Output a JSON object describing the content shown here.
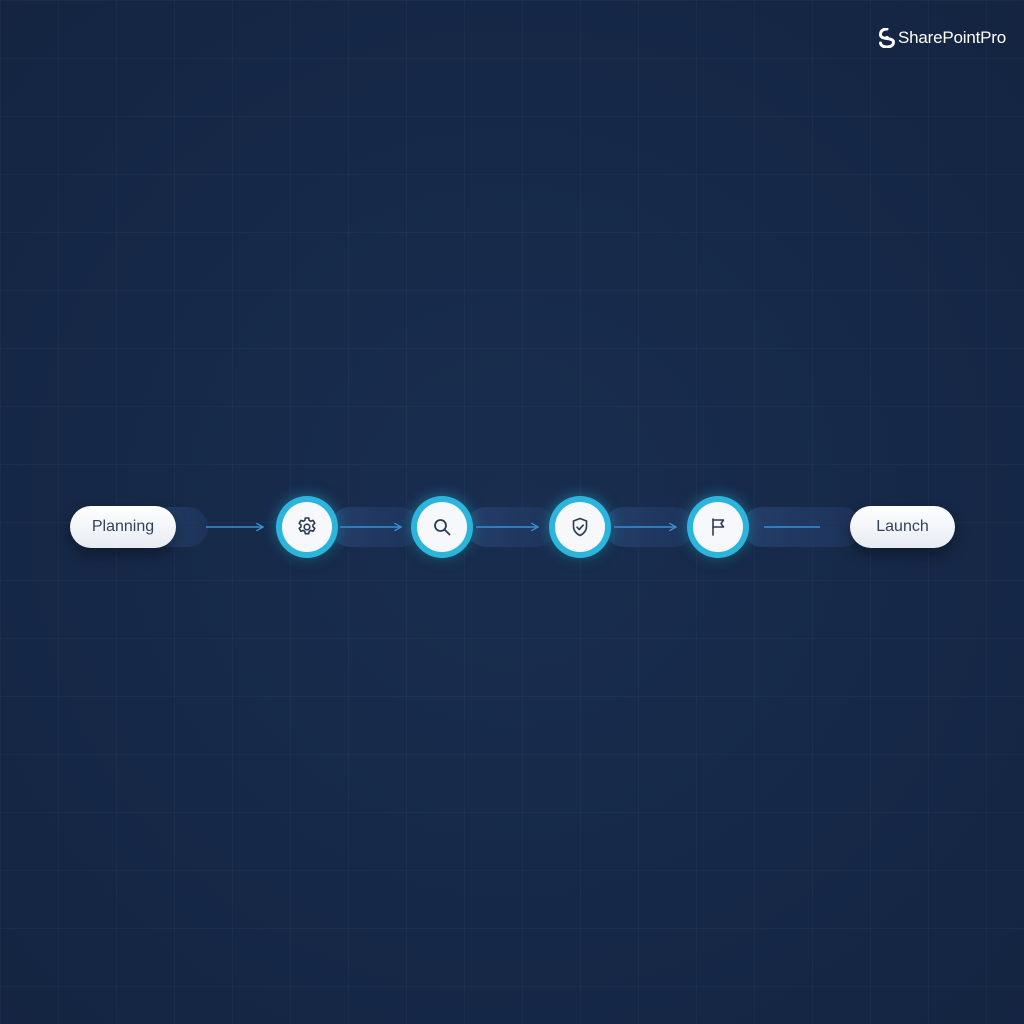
{
  "brand": {
    "name": "SharePointPro",
    "icon": "brand-logo-mark"
  },
  "flow": {
    "start_label": "Planning",
    "end_label": "Launch",
    "steps": [
      {
        "icon": "gear-icon"
      },
      {
        "icon": "search-icon"
      },
      {
        "icon": "shield-check-icon"
      },
      {
        "icon": "flag-icon"
      }
    ]
  },
  "colors": {
    "background": "#172a4a",
    "node_ring": "#2bb5dc",
    "arrow": "#3a8fd0",
    "pill": "#ffffff",
    "pill_text": "#34435a",
    "icon_stroke": "#2c3a52"
  }
}
